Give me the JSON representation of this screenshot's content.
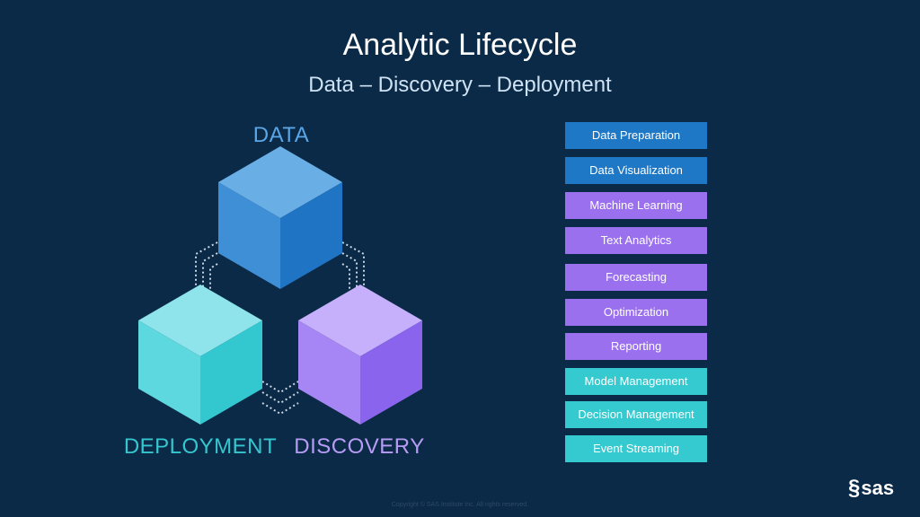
{
  "title": "Analytic Lifecycle",
  "subtitle": "Data – Discovery – Deployment",
  "labels": {
    "data": "DATA",
    "deployment": "DEPLOYMENT",
    "discovery": "DISCOVERY"
  },
  "capabilities": [
    {
      "label": "Data Preparation",
      "group": "data"
    },
    {
      "label": "Data Visualization",
      "group": "data"
    },
    {
      "label": "Machine Learning",
      "group": "discovery"
    },
    {
      "label": "Text Analytics",
      "group": "discovery"
    },
    {
      "label": "Forecasting",
      "group": "discovery"
    },
    {
      "label": "Optimization",
      "group": "discovery"
    },
    {
      "label": "Reporting",
      "group": "discovery"
    },
    {
      "label": "Model Management",
      "group": "deployment"
    },
    {
      "label": "Decision Management",
      "group": "deployment"
    },
    {
      "label": "Event Streaming",
      "group": "deployment"
    }
  ],
  "colors": {
    "background": "#0b2a47",
    "data": "#1e78c6",
    "discovery": "#9a70ef",
    "deployment": "#35c9d0"
  },
  "footer": {
    "copyright": "Copyright © SAS Institute Inc. All rights reserved.",
    "logo": "sas"
  }
}
